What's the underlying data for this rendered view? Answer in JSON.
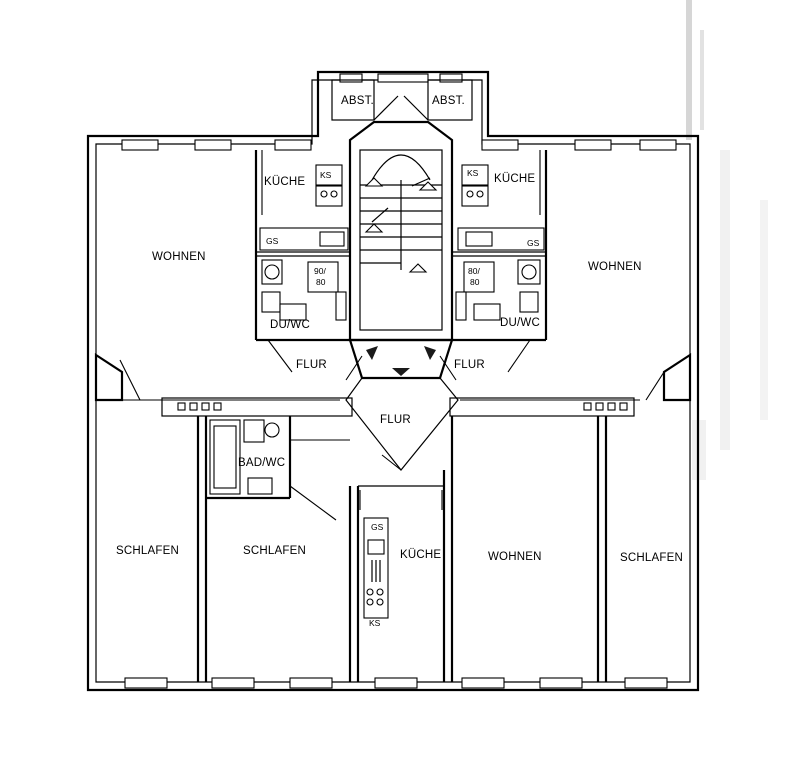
{
  "labels": {
    "abst_left": "ABST.",
    "abst_right": "ABST.",
    "kueche_left": "KÜCHE",
    "kueche_right": "KÜCHE",
    "kueche_center": "KÜCHE",
    "ks_left": "KS",
    "ks_right": "KS",
    "ks_center": "KS",
    "gs_left": "GS",
    "gs_right": "GS",
    "gs_center": "GS",
    "shower_left_a": "90/",
    "shower_left_b": "80",
    "shower_right_a": "80/",
    "shower_right_b": "80",
    "duwc_left": "DU/WC",
    "duwc_right": "DU/WC",
    "wohnen_left": "WOHNEN",
    "wohnen_right": "WOHNEN",
    "wohnen_center": "WOHNEN",
    "flur_left": "FLUR",
    "flur_right": "FLUR",
    "flur_center": "FLUR",
    "badwc": "BAD/WC",
    "schlafen_left": "SCHLAFEN",
    "schlafen_center": "SCHLAFEN",
    "schlafen_right": "SCHLAFEN"
  }
}
